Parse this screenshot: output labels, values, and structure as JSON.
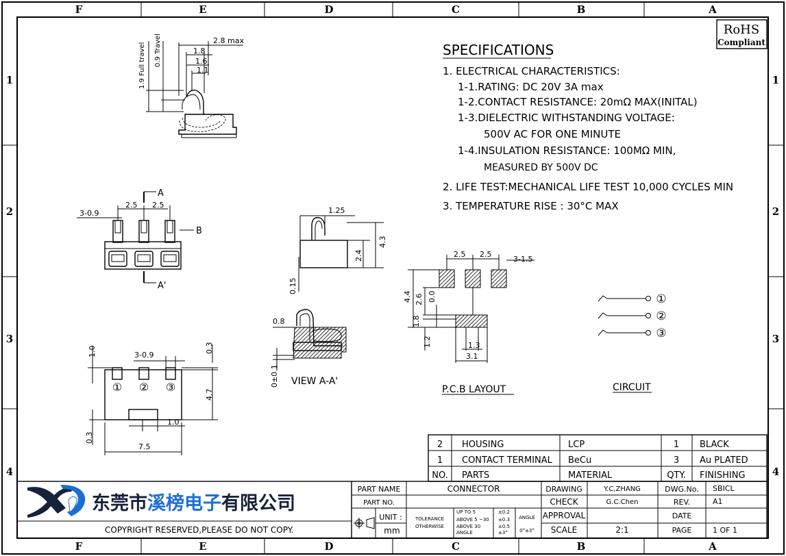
{
  "grid": {
    "columns": [
      "F",
      "E",
      "D",
      "C",
      "B",
      "A"
    ],
    "rows": [
      "1",
      "2",
      "3",
      "4"
    ]
  },
  "rohs": {
    "line1": "RoHS",
    "line2": "Compliant"
  },
  "specifications": {
    "title": "SPECIFICATIONS",
    "lines": [
      "1. ELECTRICAL CHARACTERISTICS:",
      "1-1.RATING: DC 20V 3A max",
      "1-2.CONTACT RESISTANCE: 20mΩ MAX(INITAL)",
      "1-3.DIELECTRIC WITHSTANDING VOLTAGE:",
      "500V AC FOR ONE MINUTE",
      "1-4.INSULATION RESISTANCE: 100MΩ MIN,",
      "MEASURED BY 500V DC",
      "2. LIFE TEST:MECHANICAL LIFE TEST 10,000 CYCLES MIN",
      "3. TEMPERATURE RISE : 30°C MAX"
    ]
  },
  "side_view": {
    "dims": [
      "2.8 max",
      "1.8",
      "1.6",
      "1.1",
      "1.9 Full travel",
      "0.9 Travel"
    ]
  },
  "front_view": {
    "dims": [
      "3-0.9",
      "2.5",
      "2.5"
    ],
    "markers": [
      "A",
      "B",
      "A'"
    ]
  },
  "right_view": {
    "dims": [
      "1.25",
      "4.3",
      "2.4",
      "0.15"
    ]
  },
  "section_view": {
    "dims": [
      "0.8",
      "0±0.1"
    ],
    "caption": "VIEW A-A'"
  },
  "bottom_view": {
    "dims": [
      "1.0",
      "3-0.9",
      "0.3",
      "4.7",
      "1.0",
      "0.3",
      "7.5"
    ],
    "pins": [
      "①",
      "②",
      "③"
    ]
  },
  "pcb_layout": {
    "dims": [
      "2.5",
      "2.5",
      "3-1.5",
      "4.4",
      "2.6",
      "0.0",
      "1.8",
      "1.2",
      "1.3",
      "3.1"
    ],
    "caption": "P.C.B LAYOUT"
  },
  "circuit": {
    "pins": [
      "①",
      "②",
      "③"
    ],
    "caption": "CIRCUIT"
  },
  "bom": {
    "rows": [
      {
        "no": "2",
        "part": "HOUSING",
        "material": "LCP",
        "qty": "1",
        "finishing": "BLACK"
      },
      {
        "no": "1",
        "part": "CONTACT TERMINAL",
        "material": "BeCu",
        "qty": "3",
        "finishing": "Au PLATED"
      }
    ],
    "header": {
      "no": "NO.",
      "part": "PARTS",
      "material": "MATERIAL",
      "qty": "QTY.",
      "finishing": "FINISHING"
    }
  },
  "company": {
    "name_part1": "东莞市",
    "name_part2": "溪榜电子",
    "name_part3": "有限公司",
    "copyright": "COPYRIGHT RESERVED,PLEASE DO NOT COPY."
  },
  "title_block": {
    "part_name_label": "PART NAME",
    "part_name": "CONNECTOR",
    "part_no_label": "PART NO.",
    "part_no": "",
    "unit_label": "UNIT :",
    "unit": "mm",
    "tolerance_label1": "TOLERANCE",
    "tolerance_label2": "OTHERWISE",
    "tol1": "UP TO 5",
    "tol1v": "±0.2",
    "tol2": "ABOVE 5 ~30",
    "tol2v": "±0.3",
    "tol3": "ABOVE 30",
    "tol3v": "±0.5",
    "tol4": "ANGLE",
    "tol4v": "±3°",
    "angle_label": "ANGLE",
    "angle_value": "0°±3°",
    "drawing_label": "DRAWING",
    "drawing": "Y.C,ZHANG",
    "check_label": "CHECK",
    "check": "G.C.Chen",
    "approval_label": "APPROVAL",
    "approval": "",
    "scale_label": "SCALE",
    "scale": "2:1",
    "dwg_label": "DWG.No.",
    "dwg": "SBICL",
    "rev_label": "REV.",
    "rev": "A1",
    "date_label": "DATE",
    "date": "",
    "page_label": "PAGE",
    "page": "1 OF 1"
  },
  "colors": {
    "logo_blue": "#1c6fd1",
    "logo_dark": "#16223a",
    "company_blue": "#1f6fd6"
  }
}
